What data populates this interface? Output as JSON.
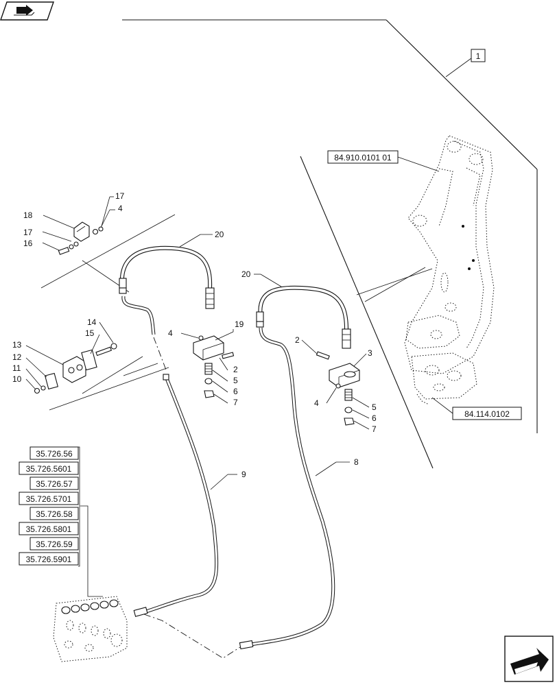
{
  "diagram": {
    "assembly_ref": "1",
    "refs": {
      "boom": "84.910.0101 01",
      "bracket": "84.114.0102",
      "valves": [
        "35.726.56",
        "35.726.5601",
        "35.726.57",
        "35.726.5701",
        "35.726.58",
        "35.726.5801",
        "35.726.59",
        "35.726.5901"
      ]
    },
    "callouts": {
      "c18": "18",
      "c17a": "17",
      "c4a": "4",
      "c17b": "17",
      "c16": "16",
      "c20a": "20",
      "c20b": "20",
      "c14": "14",
      "c15": "15",
      "c13": "13",
      "c12": "12",
      "c11": "11",
      "c10": "10",
      "c4b": "4",
      "c19": "19",
      "c2a": "2",
      "c5a": "5",
      "c6a": "6",
      "c7a": "7",
      "c2b": "2",
      "c3": "3",
      "c4c": "4",
      "c5b": "5",
      "c6b": "6",
      "c7b": "7",
      "c9": "9",
      "c8": "8"
    }
  },
  "icons": {
    "top_left": "book-arrow-icon",
    "bottom_right": "next-page-arrow-icon"
  }
}
